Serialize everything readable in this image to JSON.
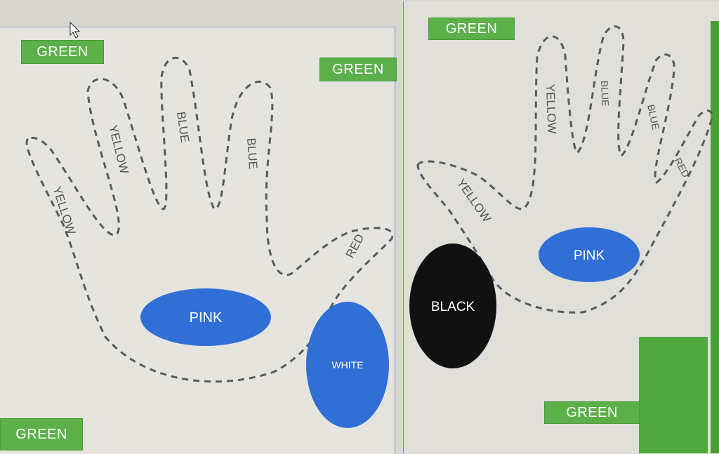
{
  "left_panel": {
    "green_labels": [
      "GREEN",
      "GREEN",
      "GREEN"
    ],
    "fingers": [
      "YELLOW",
      "YELLOW",
      "BLUE",
      "BLUE",
      "RED"
    ],
    "ovals": [
      "PINK",
      "WHITE"
    ]
  },
  "right_panel": {
    "green_labels": [
      "GREEN",
      "GREEN"
    ],
    "fingers": [
      "YELLOW",
      "BLUE",
      "BLUE",
      "RED",
      "YELLOW"
    ],
    "ovals": [
      "PINK",
      "BLACK"
    ]
  },
  "colors": {
    "green": "#5cb04a",
    "blue_oval": "#2f6fd6",
    "black_oval": "#111111",
    "outline": "#5a5a5a"
  }
}
